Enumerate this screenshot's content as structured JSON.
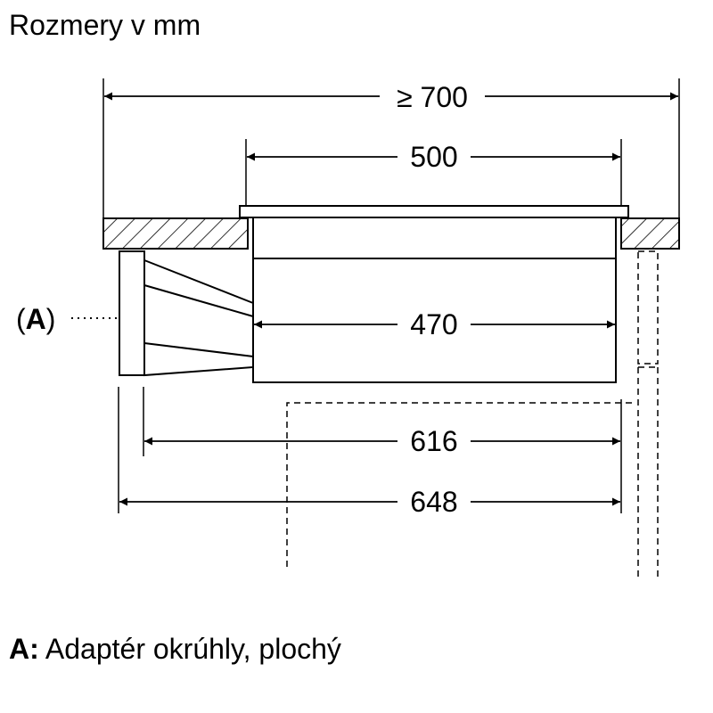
{
  "title": "Rozmery v mm",
  "dimensions": {
    "overall_width": "≥ 700",
    "top_width": "500",
    "body_width": "470",
    "depth_616": "616",
    "depth_648": "648"
  },
  "callout": {
    "open": "(",
    "letter": "A",
    "close": ")"
  },
  "legend": {
    "key": "A:",
    "text": " Adaptér okrúhly, plochý"
  }
}
